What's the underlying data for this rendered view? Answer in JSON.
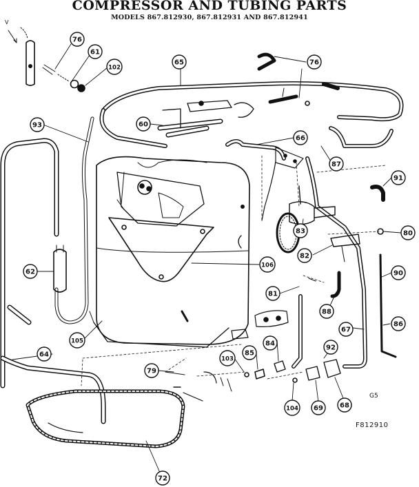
{
  "title": "COMPRESSOR AND TUBING PARTS",
  "subtitle": "MODELS 867.812930, 867.812931 AND 867.812941",
  "figure_code": "F812910",
  "corner_mark": "G5",
  "direction_mark": "V",
  "callouts": [
    {
      "id": "c76a",
      "label": "76"
    },
    {
      "id": "c61",
      "label": "61"
    },
    {
      "id": "c102",
      "label": "102"
    },
    {
      "id": "c65",
      "label": "65"
    },
    {
      "id": "c76b",
      "label": "76"
    },
    {
      "id": "c93",
      "label": "93"
    },
    {
      "id": "c60",
      "label": "60"
    },
    {
      "id": "c66",
      "label": "66"
    },
    {
      "id": "c87",
      "label": "87"
    },
    {
      "id": "c91",
      "label": "91"
    },
    {
      "id": "c83",
      "label": "83"
    },
    {
      "id": "c80",
      "label": "80"
    },
    {
      "id": "c82",
      "label": "82"
    },
    {
      "id": "c62",
      "label": "62"
    },
    {
      "id": "c106",
      "label": "106"
    },
    {
      "id": "c90",
      "label": "90"
    },
    {
      "id": "c81",
      "label": "81"
    },
    {
      "id": "c88",
      "label": "88"
    },
    {
      "id": "c67",
      "label": "67"
    },
    {
      "id": "c86",
      "label": "86"
    },
    {
      "id": "c105",
      "label": "105"
    },
    {
      "id": "c84",
      "label": "84"
    },
    {
      "id": "c92",
      "label": "92"
    },
    {
      "id": "c64",
      "label": "64"
    },
    {
      "id": "c79",
      "label": "79"
    },
    {
      "id": "c103",
      "label": "103"
    },
    {
      "id": "c85",
      "label": "85"
    },
    {
      "id": "c104",
      "label": "104"
    },
    {
      "id": "c69",
      "label": "69"
    },
    {
      "id": "c68",
      "label": "68"
    },
    {
      "id": "c72",
      "label": "72"
    }
  ]
}
